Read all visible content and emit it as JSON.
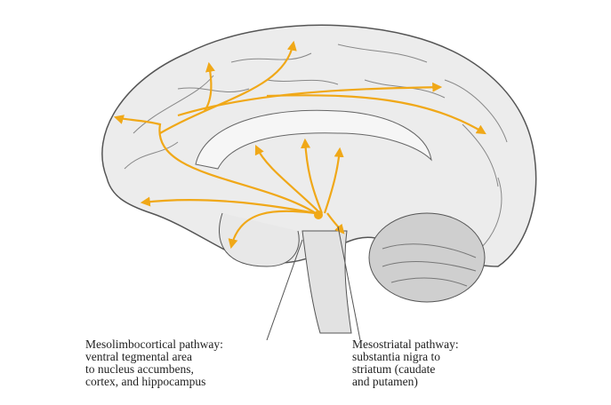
{
  "labels": {
    "mesolimbocortical": {
      "title": "Mesolimbocortical pathway:",
      "lines": [
        "ventral tegmental area",
        "to nucleus accumbens,",
        "cortex, and hippocampus"
      ]
    },
    "mesostriatal": {
      "title": "Mesostriatal pathway:",
      "lines": [
        "substantia nigra to",
        "striatum (caudate",
        "and putamen)"
      ]
    }
  },
  "colors": {
    "pathway": "#f0a818",
    "outline": "#555555",
    "tissue": "#ececec"
  }
}
